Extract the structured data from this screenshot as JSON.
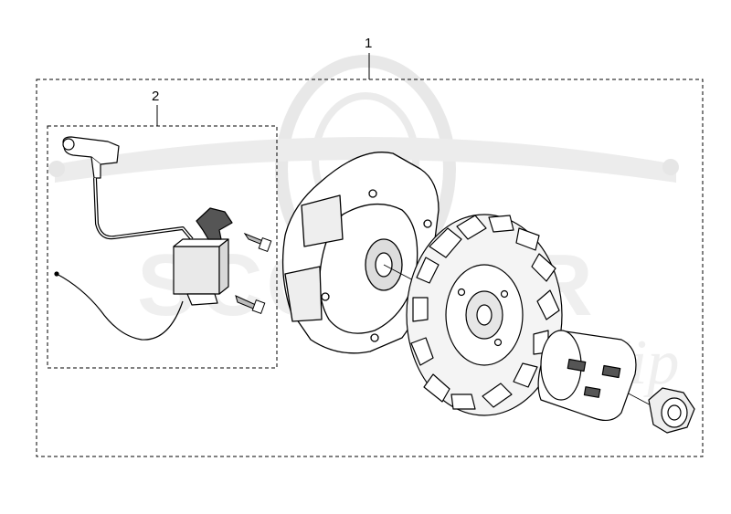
{
  "diagram": {
    "callouts": [
      {
        "id": "1",
        "label": "1"
      },
      {
        "id": "2",
        "label": "2"
      }
    ],
    "watermark": {
      "text": "Scooter Zip",
      "color": "#e6e6e6"
    },
    "colors": {
      "line": "#000000",
      "ghost": "#e8e8e8",
      "shade": "#cfcfcf"
    }
  }
}
